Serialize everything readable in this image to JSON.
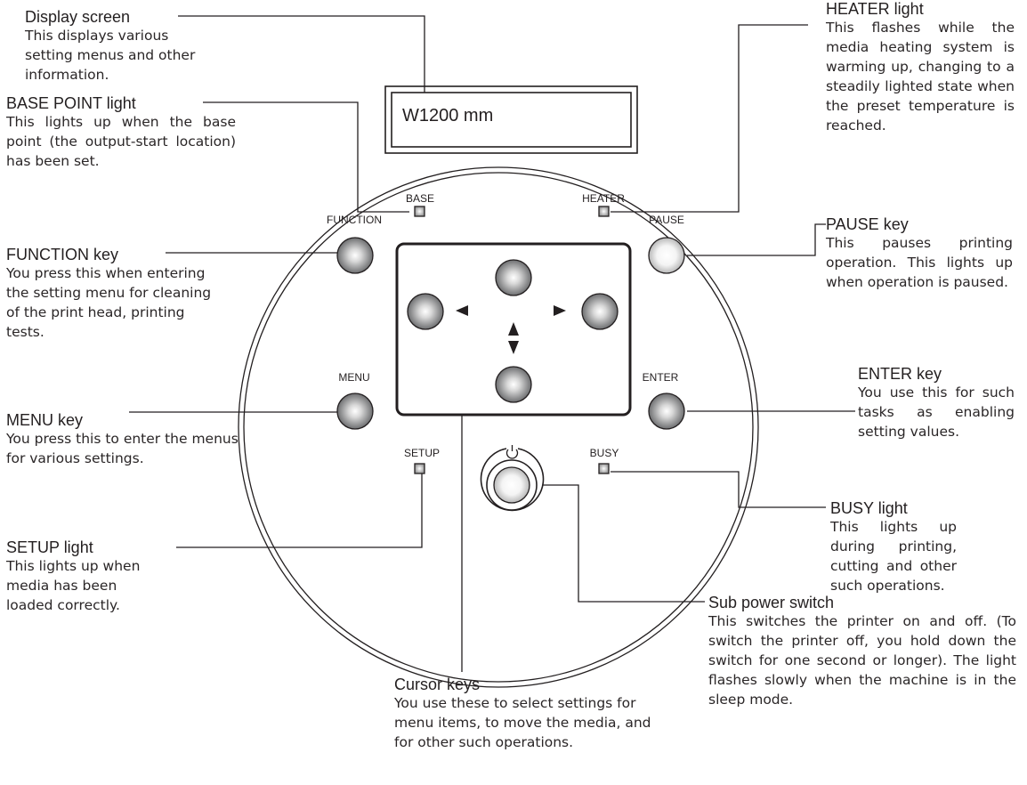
{
  "panel": {
    "display_text": "W1200 mm",
    "labels": {
      "base": "BASE",
      "heater": "HEATER",
      "function": "FUNCTION",
      "pause": "PAUSE",
      "menu": "MENU",
      "enter": "ENTER",
      "setup": "SETUP",
      "busy": "BUSY"
    },
    "power_symbol": "⏻",
    "arrows": {
      "up": "▲",
      "down": "▼",
      "left": "◄",
      "right": "►"
    }
  },
  "callouts": {
    "display_screen": {
      "title": "Display screen",
      "desc": "This displays various setting menus and other information."
    },
    "base_point_light": {
      "title": "BASE POINT light",
      "desc": "This lights up when the base point (the output-start location) has been set."
    },
    "function_key": {
      "title": "FUNCTION key",
      "desc": "You press this when entering the setting menu for cleaning of the print head, printing tests."
    },
    "menu_key": {
      "title": "MENU key",
      "desc": "You press this to enter the menus for various settings."
    },
    "setup_light": {
      "title": "SETUP light",
      "desc": "This lights up when media has been loaded correctly."
    },
    "cursor_keys": {
      "title": "Cursor keys",
      "desc": "You use these to select settings for menu items, to move the media, and for other such operations."
    },
    "heater_light": {
      "title": "HEATER light",
      "desc": "This flashes while the media heating system is warming up, changing to a steadily lighted state when the preset temperature is reached."
    },
    "pause_key": {
      "title": "PAUSE key",
      "desc": "This pauses printing operation. This lights up when operation is paused."
    },
    "enter_key": {
      "title": "ENTER key",
      "desc": "You use this for such tasks as enabling setting values."
    },
    "busy_light": {
      "title": "BUSY light",
      "desc": "This lights up during printing, cutting and other such operations."
    },
    "sub_power_switch": {
      "title": "Sub power switch",
      "desc": "This switches the printer on and off. (To switch the printer off, you hold down the switch for one second or longer). The light flashes slowly when the machine is in the sleep mode."
    }
  },
  "colors": {
    "line": "#231f20",
    "key_center": "#ffffff",
    "key_edge": "#6d6e70",
    "text": "#231f20"
  }
}
